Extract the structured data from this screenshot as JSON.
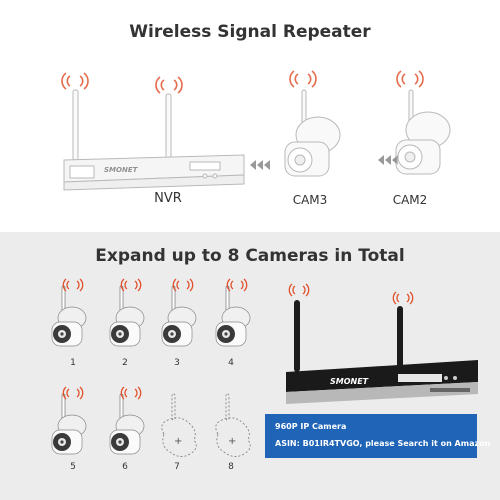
{
  "headings": {
    "top": "Wireless Signal Repeater",
    "bottom": "Expand up to 8 Cameras in Total"
  },
  "repeater": {
    "nvr_label": "NVR",
    "cam3_label": "CAM3",
    "cam2_label": "CAM2",
    "brand": "SMONET"
  },
  "expansion": {
    "numbers": [
      "1",
      "2",
      "3",
      "4",
      "5",
      "6",
      "7",
      "8"
    ],
    "brand": "SMONET"
  },
  "info": {
    "line1": "960P IP Camera",
    "line2": "ASIN: B01IR4TVGO, please Search it on Amazon"
  },
  "colors": {
    "signal": "#e2502a",
    "info_bg": "#1f64b7",
    "bottom_bg": "#ececec"
  }
}
